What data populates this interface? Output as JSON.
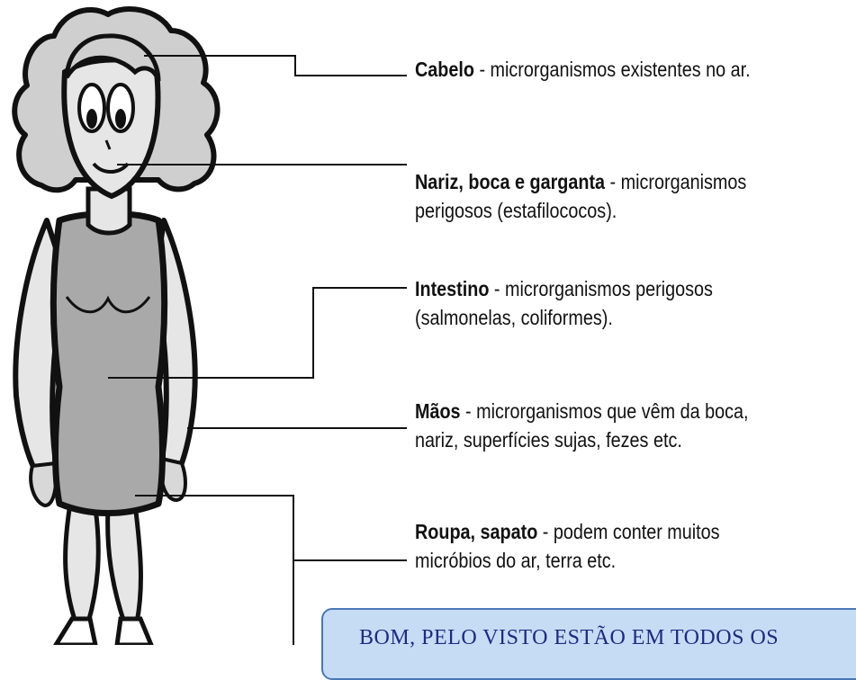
{
  "labels": [
    {
      "id": "cabelo",
      "term": "Cabelo",
      "desc": " - microrganismos existentes no ar.",
      "desc2": ""
    },
    {
      "id": "nariz",
      "term": "Nariz, boca e garganta",
      "desc": " - microrganismos",
      "desc2": "perigosos (estafilococos)."
    },
    {
      "id": "intestino",
      "term": "Intestino",
      "desc": " - microrganismos perigosos",
      "desc2": "(salmonelas, coliformes)."
    },
    {
      "id": "maos",
      "term": "Mãos",
      "desc": " - microrganismos que vêm da boca,",
      "desc2": "nariz, superfícies sujas, fezes etc."
    },
    {
      "id": "roupa",
      "term": "Roupa, sapato",
      "desc": " - podem conter muitos",
      "desc2": "micróbios do ar, terra etc."
    }
  ],
  "callout": {
    "text": "BOM, PELO VISTO ESTÃO EM TODOS OS"
  },
  "colors": {
    "skin": "#e6e6e6",
    "hair": "#cfcfcf",
    "dress": "#a9a9a9",
    "outline": "#111111",
    "callout_fill": "#c6dcf5",
    "callout_border": "#4a77b4",
    "callout_text": "#1f2a80"
  }
}
